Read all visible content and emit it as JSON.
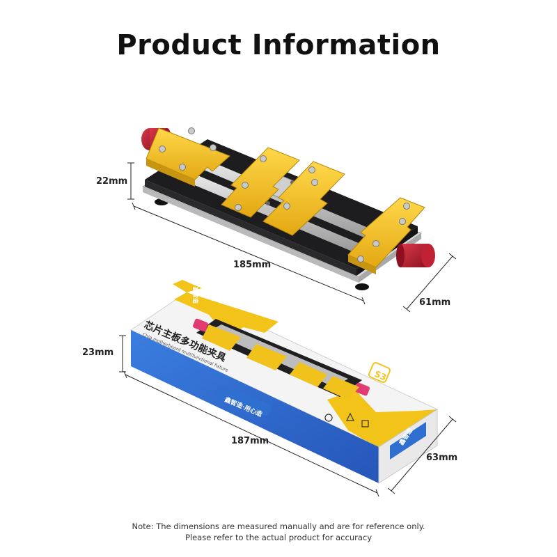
{
  "title": "Product Information",
  "dimensions": {
    "fixture_height": "22mm",
    "fixture_length": "185mm",
    "fixture_width": "61mm",
    "box_height": "23mm",
    "box_length": "187mm",
    "box_width": "63mm"
  },
  "box": {
    "title_cn": "芯片主板多功能夹具",
    "subtitle_en": "Chip motherboard multifunctional fixture",
    "model": "S3",
    "slogan": "鑫智造·用心造",
    "side_logo": "鑫智造"
  },
  "note": {
    "line1": "Note: The dimensions are measured manually and are for reference only.",
    "line2": "Please refer to the actual product for accuracy"
  },
  "colors": {
    "gold": "#f0c21b",
    "black_base": "#1b1b1d",
    "red_knob": "#b71b2b",
    "box_blue": "#2f6fd0",
    "box_yellow": "#f2c419"
  }
}
